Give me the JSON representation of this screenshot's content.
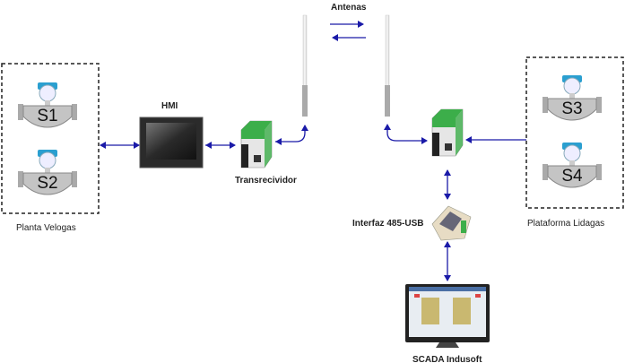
{
  "labels": {
    "antennas": "Antenas",
    "hmi": "HMI",
    "transceiver": "Transrecividor",
    "plant_left": "Planta Velogas",
    "plant_right": "Plataforma Lidagas",
    "interface": "Interfaz 485-USB",
    "scada": "SCADA Indusoft"
  },
  "sensors": [
    "S1",
    "S2",
    "S3",
    "S4"
  ],
  "colors": {
    "arrow": "#1a1aa8",
    "device_green": "#3cae4a",
    "meter_blue": "#2a9fd0"
  }
}
